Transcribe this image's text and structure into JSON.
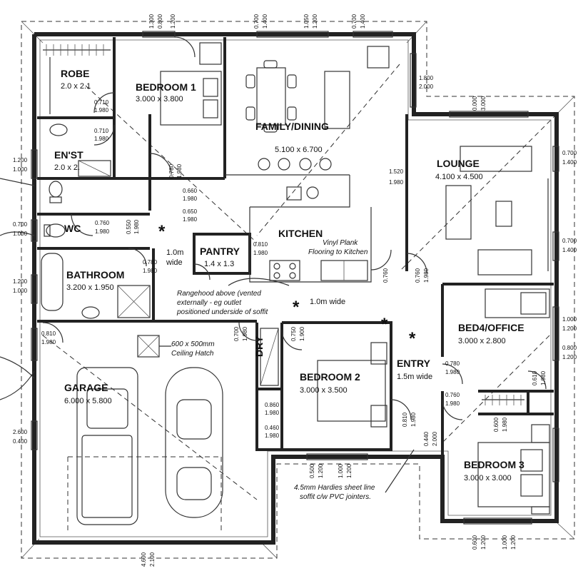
{
  "rooms": {
    "robe": {
      "name": "ROBE",
      "size": "2.0 x 2.1"
    },
    "bedroom1": {
      "name": "BEDROOM 1",
      "size": "3.000 x 3.800"
    },
    "family_dining": {
      "name": "FAMILY/DINING",
      "size": "5.100 x 6.700"
    },
    "ensuite": {
      "name": "EN'ST",
      "size": "2.0 x 2."
    },
    "lounge": {
      "name": "LOUNGE",
      "size": "4.100 x 4.500"
    },
    "wc": {
      "name": "WC"
    },
    "kitchen": {
      "name": "KITCHEN"
    },
    "pantry": {
      "name": "PANTRY",
      "size": "1.4 x 1.3"
    },
    "bathroom": {
      "name": "BATHROOM",
      "size": "3.200 x 1.950"
    },
    "bed4_office": {
      "name": "BED4/OFFICE",
      "size": "3.000 x 2.800"
    },
    "garage": {
      "name": "GARAGE",
      "size": "6.000 x 5.800"
    },
    "bedroom2": {
      "name": "BEDROOM 2",
      "size": "3.000 x 3.500"
    },
    "entry": {
      "name": "ENTRY",
      "size": "1.5m wide"
    },
    "bedroom3": {
      "name": "BEDROOM 3",
      "size": "3.000 x 3.000"
    },
    "dry": {
      "name": "DRY"
    }
  },
  "notes": {
    "hall_width": "1.0m",
    "hall_width2": "wide",
    "hall_width_lower": "1.0m wide",
    "vinyl_1": "Vinyl Plank",
    "vinyl_2": "Flooring to Kitchen",
    "rangehood_1": "Rangehood above (vented",
    "rangehood_2": "externally - eg outlet",
    "rangehood_3": "positioned underside of soffit",
    "hatch_1": "600 x 500mm",
    "hatch_2": "Ceiling Hatch",
    "soffit_1": "4.5mm Hardies sheet line",
    "soffit_2": "soffit c/w PVC jointers.",
    "asterisk": "*"
  },
  "dims": {
    "top": [
      "1.300",
      "0.800",
      "1.200",
      "0.700",
      "1.400",
      "1.050",
      "1.200",
      "0.700",
      "1.400"
    ],
    "top_right": [
      "1.800",
      "2.000"
    ],
    "lounge_top": [
      "0.000",
      "3.000"
    ],
    "left_upper": [
      "1.200",
      "1.000"
    ],
    "left_wc": [
      "0.700",
      "1.000"
    ],
    "left_bath": [
      "1.200",
      "1.000"
    ],
    "left_garage": [
      "2.600",
      "0.400"
    ],
    "right_upper": [
      "0.700",
      "1.400"
    ],
    "right_mid": [
      "0.700",
      "1.400"
    ],
    "right_bed4": [
      "1.000",
      "1.200"
    ],
    "right_bed4b": [
      "0.800",
      "1.200"
    ],
    "bottom_garage": [
      "4.600",
      "2.100"
    ],
    "bottom_center": [
      "0.500",
      "1.200",
      "1.000",
      "1.200"
    ],
    "bottom_right": [
      "0.600",
      "1.200",
      "1.000",
      "1.200"
    ],
    "mid_right_pair": [
      "0.440",
      "2.000"
    ],
    "door_0710_1980": [
      "0.710",
      "1.980"
    ],
    "door_0760_1980": [
      "0.760",
      "1.980"
    ],
    "door_0810_1980": [
      "0.810",
      "1.980"
    ],
    "door_0780_1980": [
      "0.780",
      "1.980"
    ],
    "door_0660_1980": [
      "0.660",
      "1.980"
    ],
    "door_0860_1980": [
      "0.860",
      "1.980"
    ],
    "door_1520_1980": [
      "1.520",
      "1.980"
    ],
    "door_0610_1980": [
      "0.610",
      "1.980"
    ],
    "door_0650_1980": [
      "0.650",
      "1.980"
    ],
    "door_0550_1980": [
      "0.550",
      "1.980"
    ],
    "door_0750_1900": [
      "0.750",
      "1.900"
    ],
    "door_0600_1980": [
      "0.600",
      "1.980"
    ],
    "door_0460_1980": [
      "0.460",
      "1.980"
    ],
    "door_0810_1980b": [
      "0.810",
      "1.980"
    ],
    "door_0700_1980": [
      "0.700",
      "1.980"
    ]
  }
}
